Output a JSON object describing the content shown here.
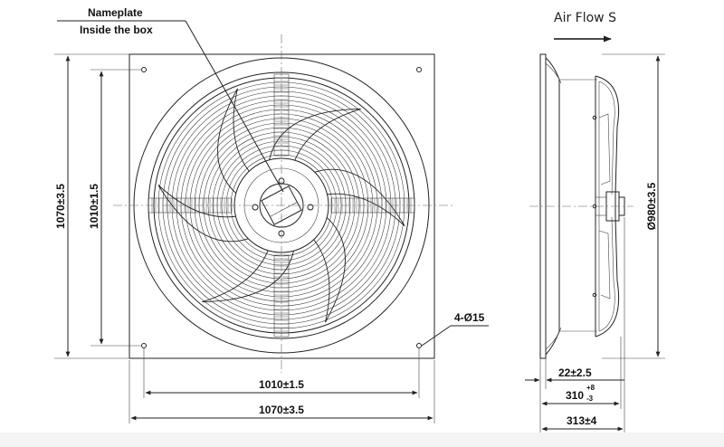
{
  "annotations": {
    "nameplate_line1": "Nameplate",
    "nameplate_line2": "Inside the box",
    "air_flow": "Air Flow S",
    "holes": "4-Ø15"
  },
  "front_view_dims": {
    "height_outer": "1070±3.5",
    "height_inner": "1010±1.5",
    "width_inner": "1010±1.5",
    "width_outer": "1070±3.5"
  },
  "side_view_dims": {
    "diameter": "Ø980±3.5",
    "flange": "22±2.5",
    "depth_base": "310",
    "depth_tol_upper": "+8",
    "depth_tol_lower": "-3",
    "depth_total": "313±4"
  }
}
